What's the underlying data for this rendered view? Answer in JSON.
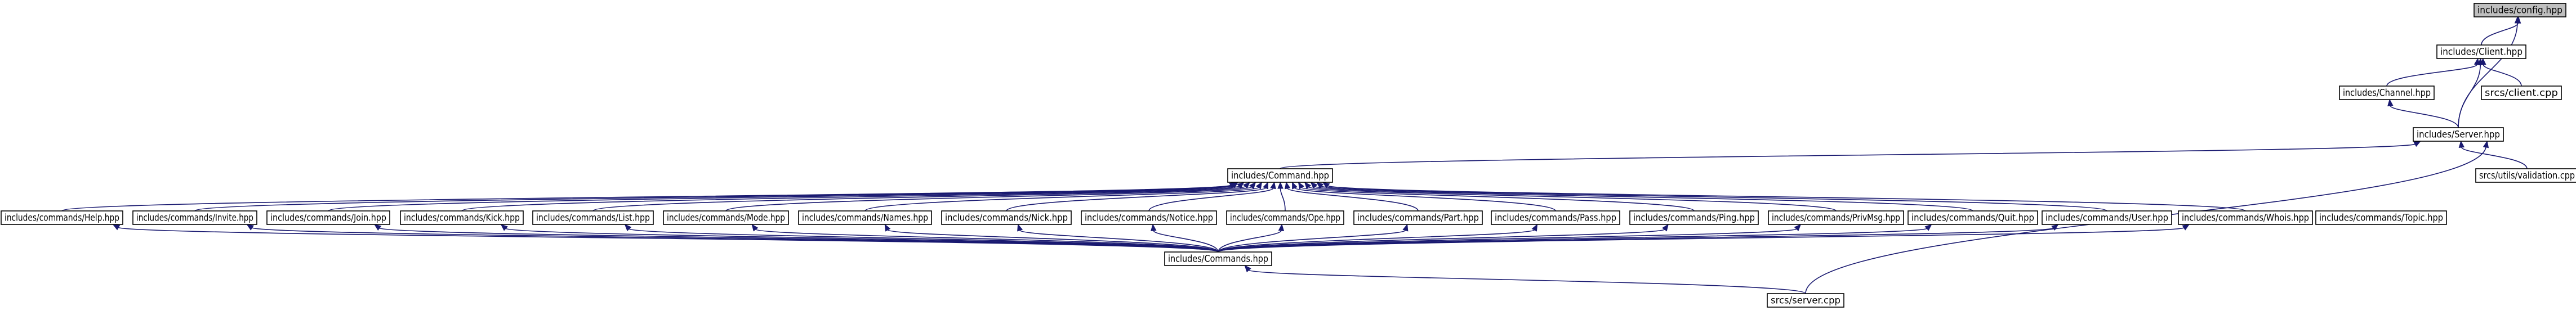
{
  "diagram": {
    "nodes": [
      {
        "id": "config",
        "label": "includes/config.hpp",
        "root": true
      },
      {
        "id": "client_hpp",
        "label": "includes/Client.hpp"
      },
      {
        "id": "channel_hpp",
        "label": "includes/Channel.hpp"
      },
      {
        "id": "client_cpp",
        "label": "srcs/client.cpp"
      },
      {
        "id": "server_hpp",
        "label": "includes/Server.hpp"
      },
      {
        "id": "validation_cpp",
        "label": "srcs/utils/validation.cpp"
      },
      {
        "id": "command_hpp",
        "label": "includes/Command.hpp"
      },
      {
        "id": "help",
        "label": "includes/commands/Help.hpp"
      },
      {
        "id": "invite",
        "label": "includes/commands/Invite.hpp"
      },
      {
        "id": "join",
        "label": "includes/commands/Join.hpp"
      },
      {
        "id": "kick",
        "label": "includes/commands/Kick.hpp"
      },
      {
        "id": "list",
        "label": "includes/commands/List.hpp"
      },
      {
        "id": "mode",
        "label": "includes/commands/Mode.hpp"
      },
      {
        "id": "names",
        "label": "includes/commands/Names.hpp"
      },
      {
        "id": "nick",
        "label": "includes/commands/Nick.hpp"
      },
      {
        "id": "notice",
        "label": "includes/commands/Notice.hpp"
      },
      {
        "id": "oper",
        "label": "includes/commands/Ope.hpp"
      },
      {
        "id": "part",
        "label": "includes/commands/Part.hpp"
      },
      {
        "id": "pass",
        "label": "includes/commands/Pass.hpp"
      },
      {
        "id": "ping",
        "label": "includes/commands/Ping.hpp"
      },
      {
        "id": "privmsg",
        "label": "includes/commands/PrivMsg.hpp"
      },
      {
        "id": "quit",
        "label": "includes/commands/Quit.hpp"
      },
      {
        "id": "user",
        "label": "includes/commands/User.hpp"
      },
      {
        "id": "whois",
        "label": "includes/commands/Whois.hpp"
      },
      {
        "id": "topic",
        "label": "includes/commands/Topic.hpp"
      },
      {
        "id": "commands_hpp",
        "label": "includes/Commands.hpp"
      },
      {
        "id": "server_cpp",
        "label": "srcs/server.cpp"
      }
    ],
    "edges": [
      [
        "client_hpp",
        "config"
      ],
      [
        "server_hpp",
        "config"
      ],
      [
        "channel_hpp",
        "client_hpp"
      ],
      [
        "client_cpp",
        "client_hpp"
      ],
      [
        "server_hpp",
        "client_hpp"
      ],
      [
        "server_hpp",
        "channel_hpp"
      ],
      [
        "validation_cpp",
        "server_hpp"
      ],
      [
        "command_hpp",
        "server_hpp"
      ],
      [
        "server_cpp",
        "server_hpp"
      ],
      [
        "help",
        "command_hpp"
      ],
      [
        "invite",
        "command_hpp"
      ],
      [
        "join",
        "command_hpp"
      ],
      [
        "kick",
        "command_hpp"
      ],
      [
        "list",
        "command_hpp"
      ],
      [
        "mode",
        "command_hpp"
      ],
      [
        "names",
        "command_hpp"
      ],
      [
        "nick",
        "command_hpp"
      ],
      [
        "notice",
        "command_hpp"
      ],
      [
        "oper",
        "command_hpp"
      ],
      [
        "part",
        "command_hpp"
      ],
      [
        "pass",
        "command_hpp"
      ],
      [
        "ping",
        "command_hpp"
      ],
      [
        "privmsg",
        "command_hpp"
      ],
      [
        "quit",
        "command_hpp"
      ],
      [
        "user",
        "command_hpp"
      ],
      [
        "whois",
        "command_hpp"
      ],
      [
        "commands_hpp",
        "help"
      ],
      [
        "commands_hpp",
        "invite"
      ],
      [
        "commands_hpp",
        "join"
      ],
      [
        "commands_hpp",
        "kick"
      ],
      [
        "commands_hpp",
        "list"
      ],
      [
        "commands_hpp",
        "mode"
      ],
      [
        "commands_hpp",
        "names"
      ],
      [
        "commands_hpp",
        "nick"
      ],
      [
        "commands_hpp",
        "notice"
      ],
      [
        "commands_hpp",
        "oper"
      ],
      [
        "commands_hpp",
        "part"
      ],
      [
        "commands_hpp",
        "pass"
      ],
      [
        "commands_hpp",
        "ping"
      ],
      [
        "commands_hpp",
        "privmsg"
      ],
      [
        "commands_hpp",
        "quit"
      ],
      [
        "commands_hpp",
        "user"
      ],
      [
        "commands_hpp",
        "whois"
      ],
      [
        "server_cpp",
        "commands_hpp"
      ]
    ],
    "colors": {
      "edge": "#191970",
      "root_fill": "#bfbfbf",
      "node_fill": "#ffffff",
      "border": "#000000"
    }
  }
}
